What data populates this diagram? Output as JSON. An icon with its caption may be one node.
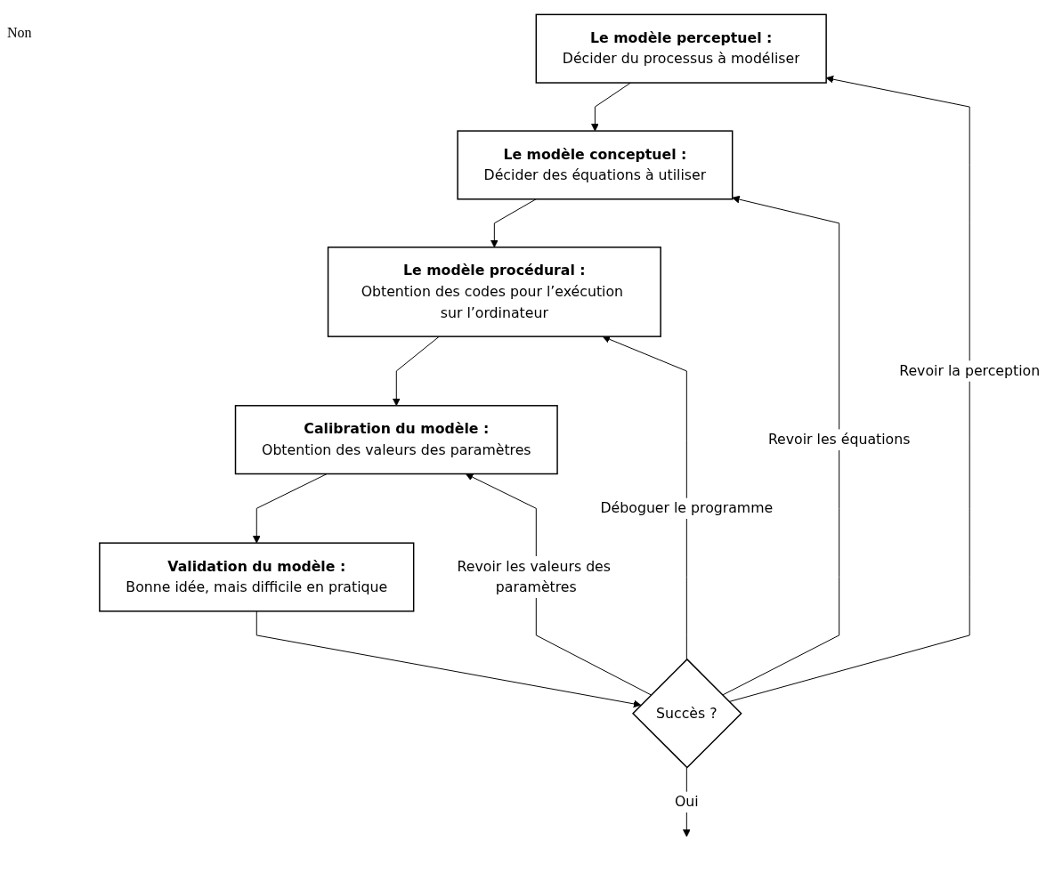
{
  "diagram": {
    "nodes": [
      {
        "text": [
          "Le modèle perceptuel :",
          "Décider du processus à modéliser"
        ]
      },
      {
        "text": [
          "Le modèle conceptuel :",
          "Décider des équations à utiliser"
        ]
      },
      {
        "text": [
          "Le modèle procédural :",
          "Obtention des codes pour l’exécution sur l’ordinateur"
        ]
      },
      {
        "text": [
          "Calibration du modèle :",
          "Obtention des valeurs des paramètres"
        ]
      },
      {
        "text": [
          "Validation du modèle :",
          "Bonne idée, mais difficile en pratique"
        ]
      },
      {
        "text": [
          "Succès ?"
        ]
      }
    ],
    "edges": [
      {
        "from": 0,
        "to": 1,
        "arrow": "to"
      },
      {
        "from": 1,
        "to": 2,
        "arrow": "to"
      },
      {
        "from": 2,
        "to": 3,
        "arrow": "to"
      },
      {
        "from": 3,
        "to": 4,
        "arrow": "to"
      },
      {
        "from": 4,
        "to": 5,
        "arrow": "to"
      },
      {
        "from": 5,
        "to": 0,
        "arrow": "to",
        "label": "Revoir la perception"
      },
      {
        "from": 5,
        "to": 1,
        "arrow": "to",
        "label": "Revoir les équations"
      },
      {
        "from": 5,
        "to": 2,
        "arrow": "to",
        "label": "Déboguer le programme"
      },
      {
        "from": 5,
        "to": 3,
        "arrow": "to",
        "label": "Revoir les valeurs des paramètres"
      },
      {
        "from": 5,
        "to": null,
        "arrow": "to",
        "label": "Oui"
      }
    ],
    "labels": [
      "Non"
    ]
  }
}
